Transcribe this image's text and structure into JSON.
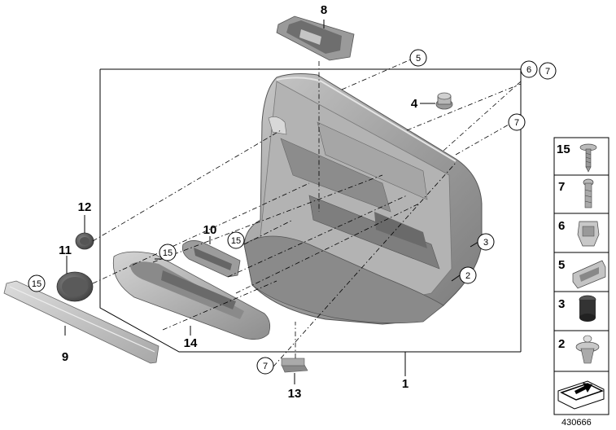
{
  "callouts": {
    "c1": "1",
    "c2": "2",
    "c3": "3",
    "c4": "4",
    "c5": "5",
    "c6": "6",
    "c7a": "7",
    "c7b": "7",
    "c7c": "7",
    "c8": "8",
    "c9": "9",
    "c10": "10",
    "c11": "11",
    "c12": "12",
    "c13": "13",
    "c14": "14",
    "c15a": "15",
    "c15b": "15",
    "c15c": "15"
  },
  "side_panel": {
    "items": [
      "15",
      "7",
      "6",
      "5",
      "3",
      "2"
    ]
  },
  "doc_id": "430666"
}
